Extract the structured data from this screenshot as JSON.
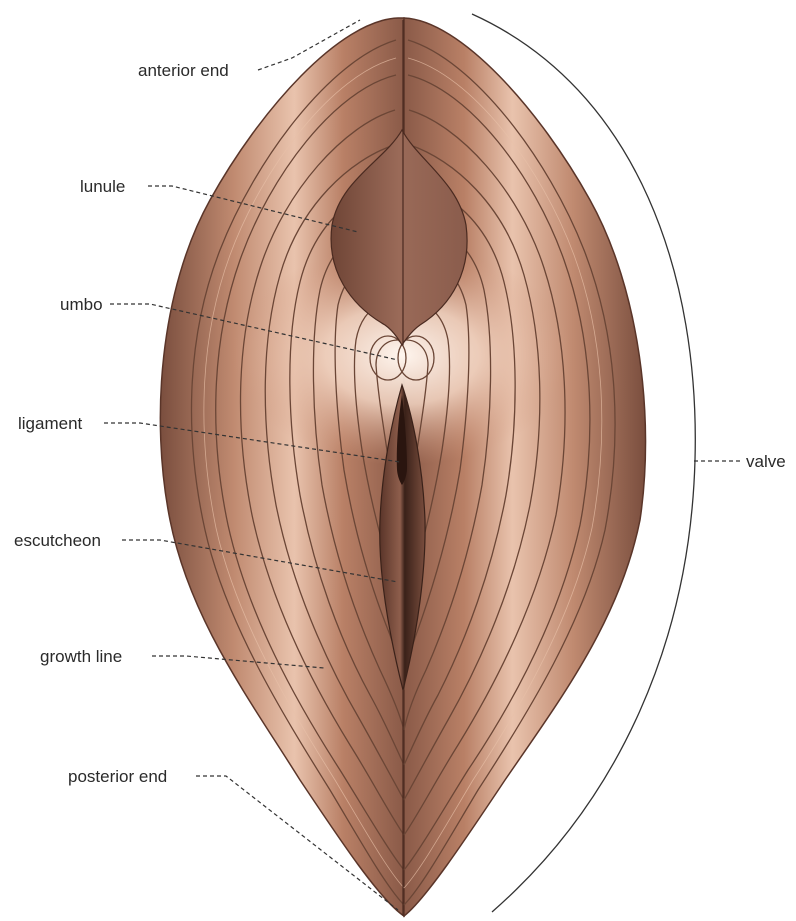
{
  "colors": {
    "shell_base": "#b27a62",
    "shell_dark": "#7a4e3e",
    "shell_highlight": "#f6e2d6",
    "lunule": "#8a5c4c",
    "escutcheon": "#6e4637",
    "growth_line": "#6b4636",
    "label_text": "#2a2a2a",
    "background": "#ffffff"
  },
  "labels": {
    "anterior_end": "anterior end",
    "lunule": "lunule",
    "umbo": "umbo",
    "ligament": "ligament",
    "escutcheon": "escutcheon",
    "growth_line": "growth line",
    "posterior_end": "posterior end",
    "valve": "valve"
  }
}
